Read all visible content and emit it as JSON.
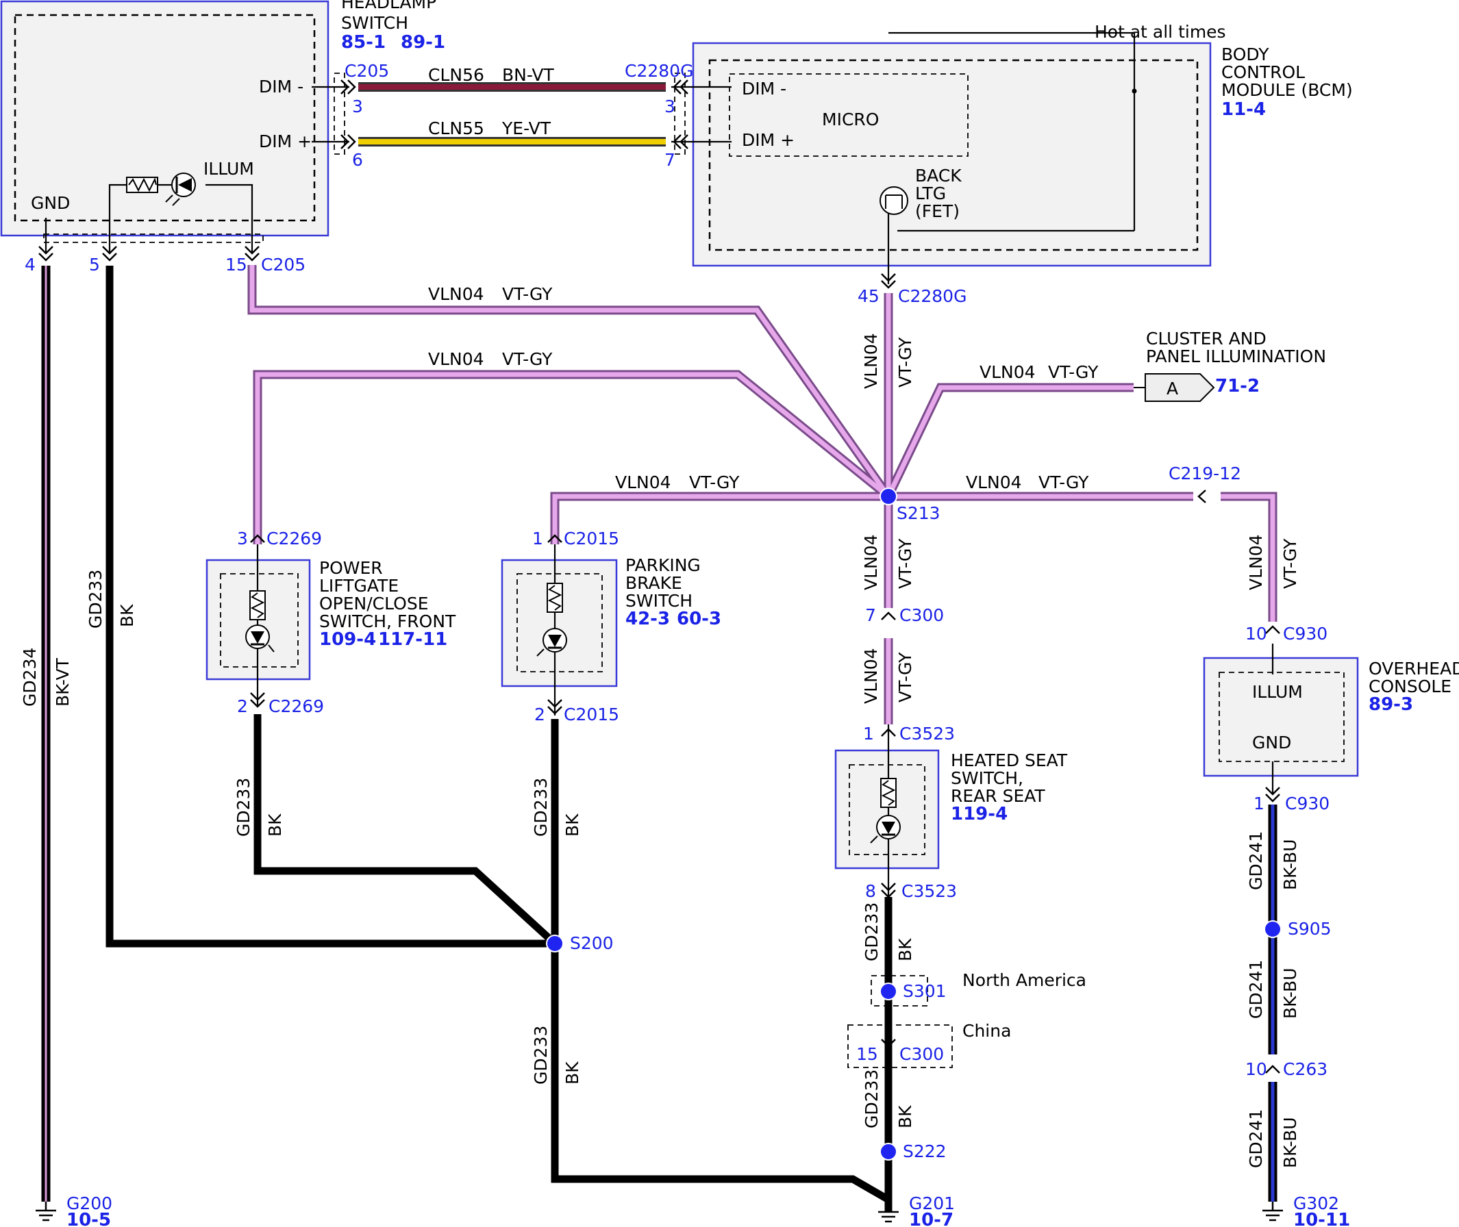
{
  "colors": {
    "vt_gy": "#e6a8ea",
    "bk": "#000000",
    "blue_label": "#1a22e6",
    "bn_vt": "#8b1a3a",
    "ye_vt": "#f0d000",
    "bk_bu": "#2a3ad0"
  },
  "headlamp_switch": {
    "title1": "HEADLAMP",
    "title2": "SWITCH",
    "ref1": "85-1",
    "ref2": "89-1",
    "dim_minus": "DIM -",
    "dim_plus": "DIM +",
    "gnd": "GND",
    "illum": "ILLUM"
  },
  "bcm": {
    "title1": "BODY",
    "title2": "CONTROL",
    "title3": "MODULE (BCM)",
    "ref": "11-4",
    "hot": "Hot at all times",
    "dim_minus": "DIM -",
    "dim_plus": "DIM +",
    "micro": "MICRO",
    "back1": "BACK",
    "back2": "LTG",
    "back3": "(FET)"
  },
  "wires": {
    "cln56": "CLN56",
    "bn_vt": "BN-VT",
    "cln55": "CLN55",
    "ye_vt": "YE-VT",
    "vln04": "VLN04",
    "vt_gy": "VT-GY",
    "gd233": "GD233",
    "bk": "BK",
    "gd234": "GD234",
    "bk_vt": "BK-VT",
    "gd241": "GD241",
    "bk_bu": "BK-BU"
  },
  "connectors": {
    "c205": "C205",
    "c2280g": "C2280G",
    "c2269": "C2269",
    "c2015": "C2015",
    "c300": "C300",
    "c3523": "C3523",
    "c219_12": "C219-12",
    "c930": "C930",
    "c263": "C263"
  },
  "pins": {
    "p3": "3",
    "p6": "6",
    "p7": "7",
    "p4": "4",
    "p5": "5",
    "p15": "15",
    "p45": "45",
    "p1": "1",
    "p2": "2",
    "p8": "8",
    "p10": "10"
  },
  "splices": {
    "s213": "S213",
    "s200": "S200",
    "s301": "S301",
    "s222": "S222",
    "s905": "S905"
  },
  "cluster": {
    "title1": "CLUSTER AND",
    "title2": "PANEL ILLUMINATION",
    "ref": "71-2",
    "flag": "A"
  },
  "liftgate": {
    "l1": "POWER",
    "l2": "LIFTGATE",
    "l3": "OPEN/CLOSE",
    "l4": "SWITCH, FRONT",
    "ref1": "109-4",
    "ref2": "117-11"
  },
  "parking": {
    "l1": "PARKING",
    "l2": "BRAKE",
    "l3": "SWITCH",
    "ref1": "42-3",
    "ref2": "60-3"
  },
  "heated": {
    "l1": "HEATED SEAT",
    "l2": "SWITCH,",
    "l3": "REAR SEAT",
    "ref": "119-4"
  },
  "overhead": {
    "l1": "OVERHEAD",
    "l2": "CONSOLE",
    "ref": "89-3",
    "illum": "ILLUM",
    "gnd": "GND"
  },
  "regions": {
    "na": "North America",
    "china": "China"
  },
  "grounds": {
    "g200": "G200",
    "g200_ref": "10-5",
    "g201": "G201",
    "g201_ref": "10-7",
    "g302": "G302",
    "g302_ref": "10-11"
  }
}
